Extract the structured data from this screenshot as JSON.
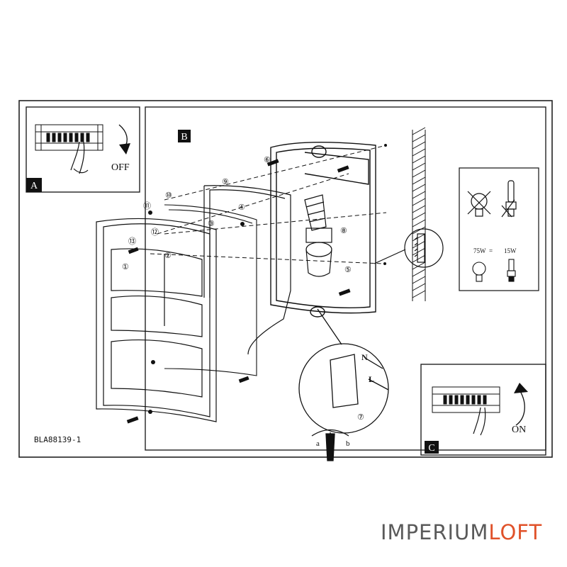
{
  "panels": {
    "a": {
      "tag": "A",
      "text": "OFF"
    },
    "b": {
      "tag": "B"
    },
    "c": {
      "tag": "C",
      "text": "ON"
    }
  },
  "callouts": [
    "①",
    "②",
    "③",
    "④",
    "⑤",
    "⑥",
    "⑦",
    "⑧",
    "⑨",
    "⑩",
    "⑪",
    "⑫",
    "⑬"
  ],
  "bulbs": {
    "left_watt": "75W",
    "right_watt": "15W"
  },
  "wiring": {
    "n": "N",
    "l": "L"
  },
  "screwdriver": {
    "a": "a",
    "b": "b"
  },
  "model_code": "BLA88139-1",
  "watermark": {
    "part1": "IMPERIUM",
    "part2": "LOFT"
  },
  "colors": {
    "watermark_gray": "#5a5a5a",
    "watermark_accent": "#e0522a"
  }
}
